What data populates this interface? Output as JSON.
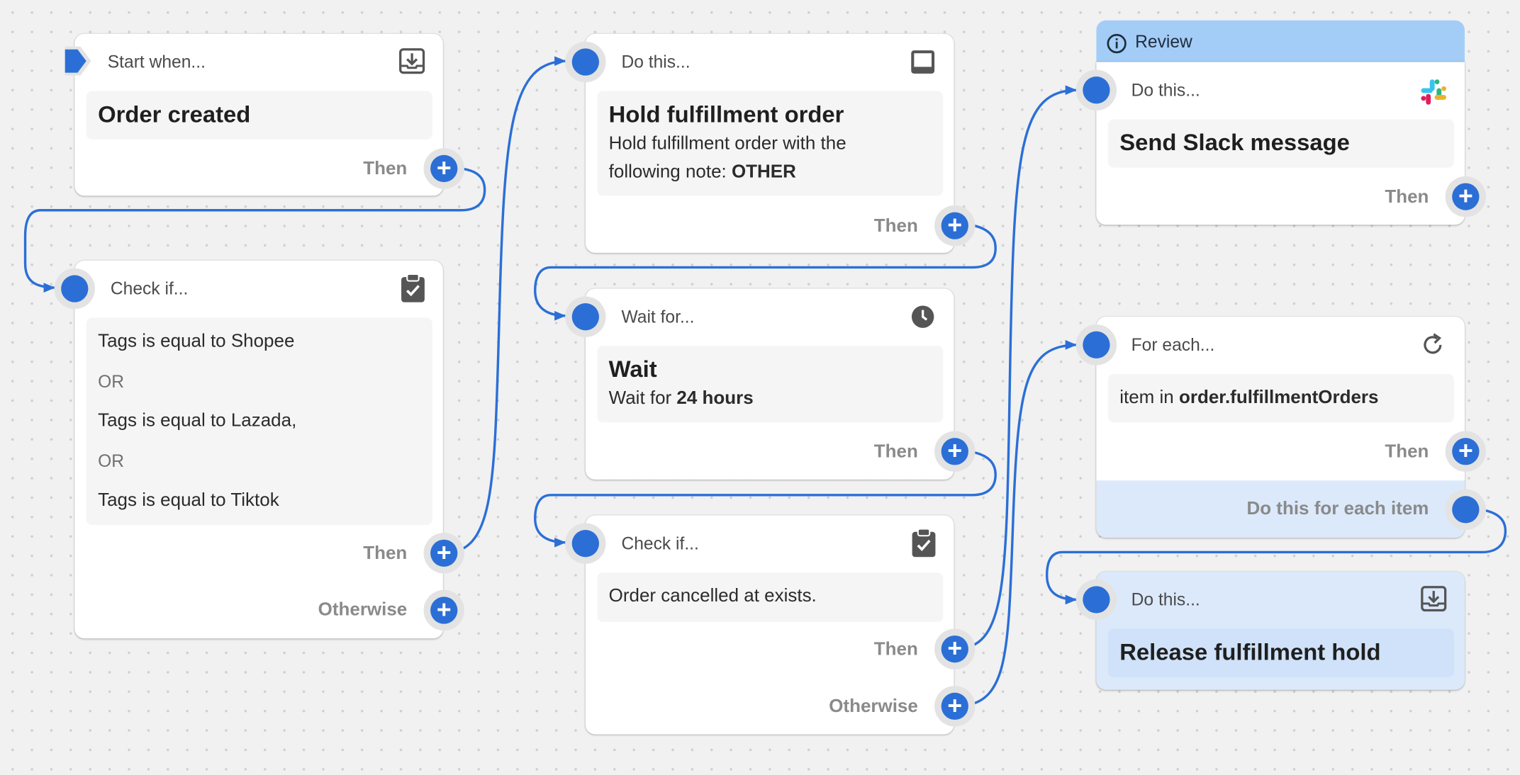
{
  "colors": {
    "accent": "#2b6fd6",
    "review_bar": "#a3cdf7",
    "highlight_card": "#dbe9fb",
    "canvas": "#f1f1f1"
  },
  "start": {
    "header": "Start when...",
    "icon": "download-tray-icon",
    "title": "Order created",
    "then": "Then"
  },
  "check1": {
    "header": "Check if...",
    "icon": "clipboard-check-icon",
    "conditions": [
      "Tags is equal to Shopee",
      "OR",
      "Tags is equal to Lazada,",
      "OR",
      "Tags is equal to Tiktok"
    ],
    "then": "Then",
    "otherwise": "Otherwise"
  },
  "hold": {
    "header": "Do this...",
    "icon": "inbox-icon",
    "title": "Hold fulfillment order",
    "desc_line1": "Hold fulfillment order with the",
    "desc_line2": "following note: ",
    "desc_bold": "OTHER",
    "then": "Then"
  },
  "wait": {
    "header": "Wait for...",
    "icon": "clock-icon",
    "title": "Wait",
    "desc": "Wait for ",
    "desc_bold": "24 hours",
    "then": "Then"
  },
  "check2": {
    "header": "Check if...",
    "icon": "clipboard-check-icon",
    "condition": "Order cancelled at exists.",
    "then": "Then",
    "otherwise": "Otherwise"
  },
  "slack": {
    "review": "Review",
    "header": "Do this...",
    "icon": "slack-icon",
    "title": "Send Slack message",
    "then": "Then"
  },
  "foreach": {
    "header": "For each...",
    "icon": "refresh-icon",
    "desc": "item in ",
    "desc_bold": "order.fulfillmentOrders",
    "then": "Then",
    "each": "Do this for each item"
  },
  "release": {
    "header": "Do this...",
    "icon": "download-tray-icon",
    "title": "Release fulfillment hold"
  }
}
